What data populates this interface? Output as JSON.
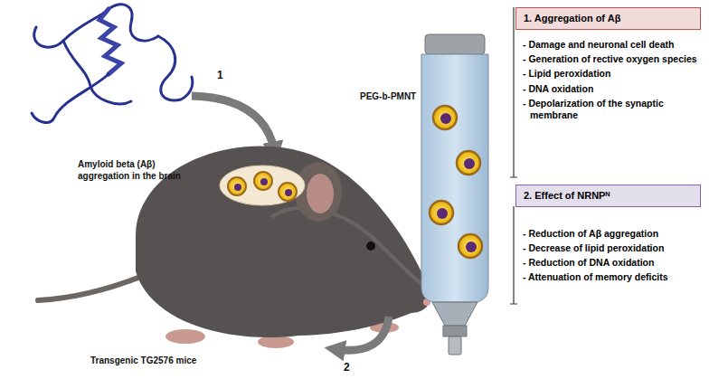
{
  "diagram": {
    "nodes": [
      {
        "text": [
          "1. Aggregation of Aβ"
        ]
      },
      {
        "text": [
          "2. Effect of NRNPᴺ"
        ]
      }
    ],
    "labels": [
      "Amyloid beta (Aβ) aggregation in the brain",
      "1",
      "Transgenic TG2576 mice",
      "2",
      "PEG-b-PMNT",
      "- Damage and neuronal cell death",
      "- Generation of rective oxygen species",
      "- Lipid peroxidation",
      "- DNA oxidation",
      "- Depolarization of the synaptic membrane",
      "- Reduction of Aβ aggregation",
      "- Decrease of lipid peroxidation",
      "- Reduction of DNA oxidation",
      "- Attenuation of memory deficits"
    ]
  }
}
